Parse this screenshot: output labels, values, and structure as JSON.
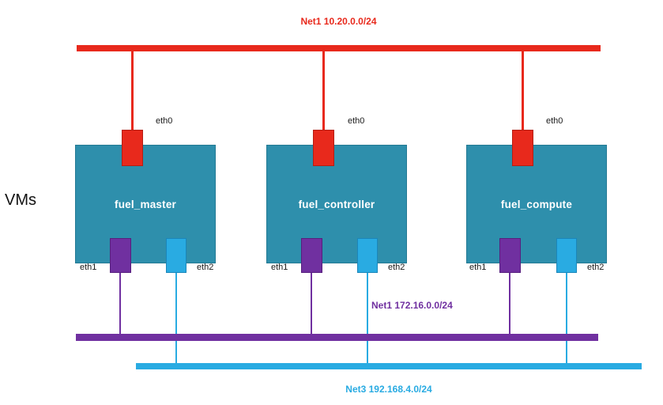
{
  "side_label": "VMs",
  "networks": {
    "top": {
      "label": "Net1 10.20.0.0/24",
      "color": "#e8291c"
    },
    "middle": {
      "label": "Net1 172.16.0.0/24",
      "color": "#7030a0"
    },
    "bottom": {
      "label": "Net3 192.168.4.0/24",
      "color": "#29abe2"
    }
  },
  "vms": [
    {
      "name": "fuel_master",
      "eth0": "eth0",
      "eth1": "eth1",
      "eth2": "eth2"
    },
    {
      "name": "fuel_controller",
      "eth0": "eth0",
      "eth1": "eth1",
      "eth2": "eth2"
    },
    {
      "name": "fuel_compute",
      "eth0": "eth0",
      "eth1": "eth1",
      "eth2": "eth2"
    }
  ],
  "colors": {
    "vm_box": "#2e8fac",
    "net_top": "#e8291c",
    "net_middle": "#7030a0",
    "net_bottom": "#29abe2"
  }
}
